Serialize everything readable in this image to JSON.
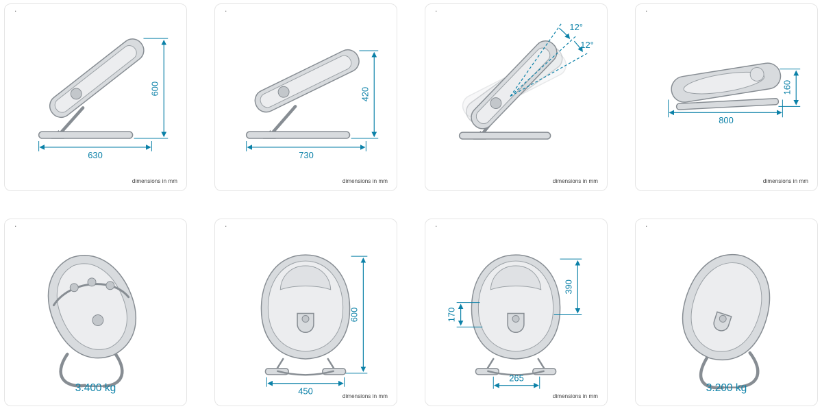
{
  "accent": "#0b81a8",
  "art_colors": {
    "outline": "#878d93",
    "fill": "#d8dbde",
    "fill_light": "#ecedef"
  },
  "labels": {
    "footnote": "dimensions in mm",
    "corner_mark": "."
  },
  "cards": [
    {
      "dims": {
        "height": "600",
        "length": "630"
      }
    },
    {
      "dims": {
        "height": "420",
        "length": "730"
      }
    },
    {
      "angles": [
        "12°",
        "12°"
      ]
    },
    {
      "dims": {
        "height": "160",
        "length": "800"
      }
    },
    {
      "weight": "3.400 kg"
    },
    {
      "dims": {
        "height": "600",
        "width": "450"
      }
    },
    {
      "dims": {
        "backrest_height": "390",
        "seat_height": "170",
        "base_width": "265"
      }
    },
    {
      "weight": "3.200 kg"
    }
  ]
}
